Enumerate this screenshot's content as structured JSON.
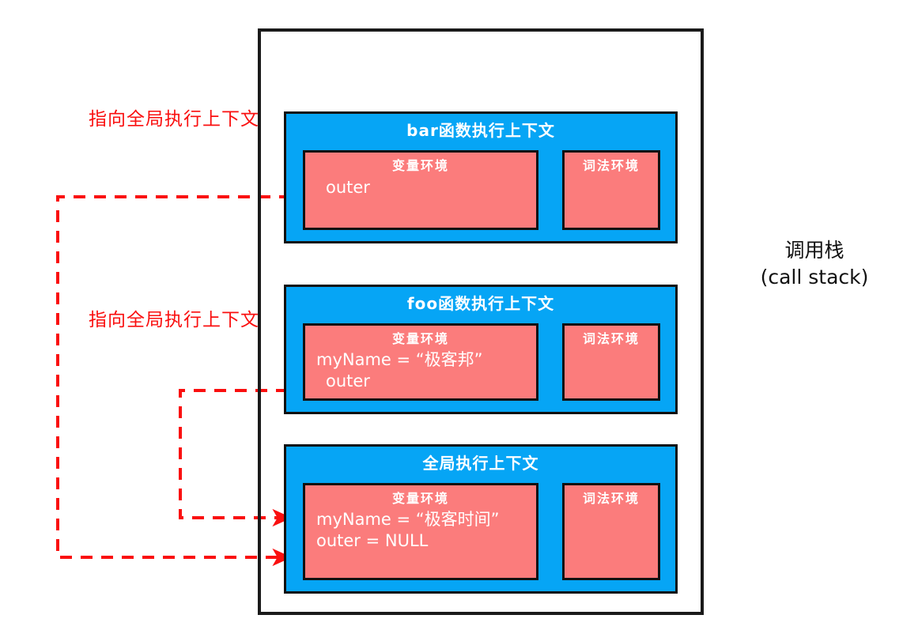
{
  "diagram": {
    "title_caption": {
      "line1": "调用栈",
      "line2": "(call stack)"
    },
    "annotations": [
      {
        "text": "指向全局执行上下文"
      },
      {
        "text": "指向全局执行上下文"
      }
    ],
    "colors": {
      "context_blue": "#06a5f5",
      "environment_salmon": "#fb7c7c",
      "annotation_red": "#fa0f0f",
      "border_black": "#111111",
      "text_white": "#ffffff",
      "background": "#ffffff"
    },
    "contexts": [
      {
        "title": "bar函数执行上下文",
        "variable_environment": {
          "title": "变量环境",
          "entries": [
            "",
            "outer"
          ]
        },
        "lexical_environment": {
          "title": "词法环境",
          "entries": []
        }
      },
      {
        "title": "foo函数执行上下文",
        "variable_environment": {
          "title": "变量环境",
          "entries": [
            "myName = “极客邦”",
            "outer"
          ]
        },
        "lexical_environment": {
          "title": "词法环境",
          "entries": []
        }
      },
      {
        "title": "全局执行上下文",
        "variable_environment": {
          "title": "变量环境",
          "entries": [
            "myName = “极客时间”",
            "outer = NULL"
          ]
        },
        "lexical_environment": {
          "title": "词法环境",
          "entries": []
        }
      }
    ]
  }
}
